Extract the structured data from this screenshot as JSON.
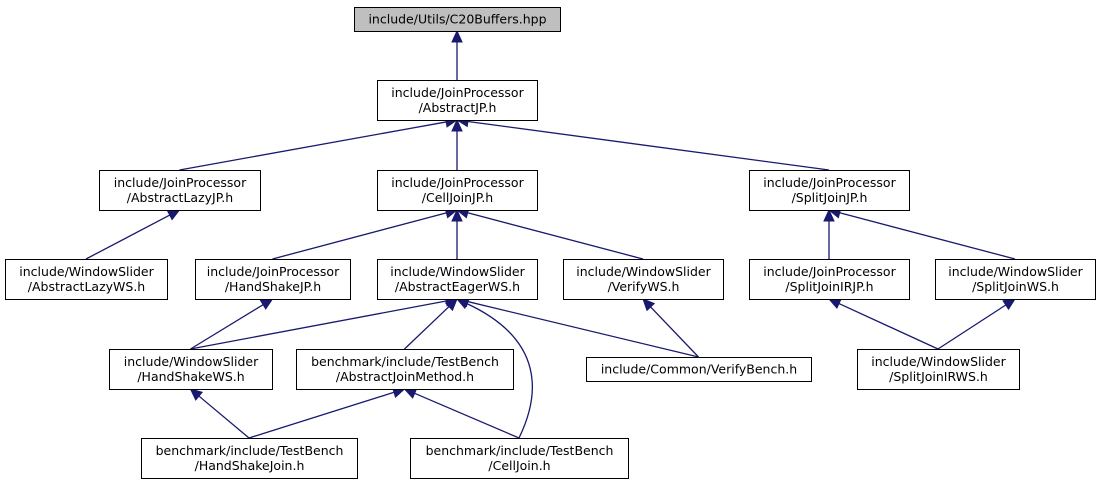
{
  "graph": {
    "nodes": [
      {
        "id": "c20",
        "lines": [
          "include/Utils/C20Buffers.hpp"
        ],
        "highlight": true
      },
      {
        "id": "abstractjp",
        "lines": [
          "include/JoinProcessor",
          "/AbstractJP.h"
        ]
      },
      {
        "id": "abstractlazyjp",
        "lines": [
          "include/JoinProcessor",
          "/AbstractLazyJP.h"
        ]
      },
      {
        "id": "celljoinjp",
        "lines": [
          "include/JoinProcessor",
          "/CellJoinJP.h"
        ]
      },
      {
        "id": "splitjoinjp",
        "lines": [
          "include/JoinProcessor",
          "/SplitJoinJP.h"
        ]
      },
      {
        "id": "abstractlazyws",
        "lines": [
          "include/WindowSlider",
          "/AbstractLazyWS.h"
        ]
      },
      {
        "id": "handshakejp",
        "lines": [
          "include/JoinProcessor",
          "/HandShakeJP.h"
        ]
      },
      {
        "id": "abstracteagerws",
        "lines": [
          "include/WindowSlider",
          "/AbstractEagerWS.h"
        ]
      },
      {
        "id": "verifyws",
        "lines": [
          "include/WindowSlider",
          "/VerifyWS.h"
        ]
      },
      {
        "id": "splitjoinirjp",
        "lines": [
          "include/JoinProcessor",
          "/SplitJoinIRJP.h"
        ]
      },
      {
        "id": "splitjoinws",
        "lines": [
          "include/WindowSlider",
          "/SplitJoinWS.h"
        ]
      },
      {
        "id": "handshakews",
        "lines": [
          "include/WindowSlider",
          "/HandShakeWS.h"
        ]
      },
      {
        "id": "abstractjoinmethod",
        "lines": [
          "benchmark/include/TestBench",
          "/AbstractJoinMethod.h"
        ]
      },
      {
        "id": "verifybench",
        "lines": [
          "include/Common/VerifyBench.h"
        ]
      },
      {
        "id": "splitjoinirws",
        "lines": [
          "include/WindowSlider",
          "/SplitJoinIRWS.h"
        ]
      },
      {
        "id": "handshakejoin",
        "lines": [
          "benchmark/include/TestBench",
          "/HandShakeJoin.h"
        ]
      },
      {
        "id": "celljoin",
        "lines": [
          "benchmark/include/TestBench",
          "/CellJoin.h"
        ]
      }
    ],
    "edges": [
      {
        "from": "abstractjp",
        "to": "c20"
      },
      {
        "from": "abstractlazyjp",
        "to": "abstractjp"
      },
      {
        "from": "celljoinjp",
        "to": "abstractjp"
      },
      {
        "from": "splitjoinjp",
        "to": "abstractjp"
      },
      {
        "from": "abstractlazyws",
        "to": "abstractlazyjp"
      },
      {
        "from": "handshakejp",
        "to": "celljoinjp"
      },
      {
        "from": "abstracteagerws",
        "to": "celljoinjp"
      },
      {
        "from": "verifyws",
        "to": "celljoinjp"
      },
      {
        "from": "splitjoinirjp",
        "to": "splitjoinjp"
      },
      {
        "from": "splitjoinws",
        "to": "splitjoinjp"
      },
      {
        "from": "handshakews",
        "to": "handshakejp"
      },
      {
        "from": "handshakews",
        "to": "abstracteagerws"
      },
      {
        "from": "abstractjoinmethod",
        "to": "abstracteagerws"
      },
      {
        "from": "verifybench",
        "to": "abstracteagerws"
      },
      {
        "from": "celljoin",
        "to": "abstracteagerws"
      },
      {
        "from": "verifybench",
        "to": "verifyws"
      },
      {
        "from": "splitjoinirws",
        "to": "splitjoinirjp"
      },
      {
        "from": "splitjoinirws",
        "to": "splitjoinws"
      },
      {
        "from": "handshakejoin",
        "to": "handshakews"
      },
      {
        "from": "handshakejoin",
        "to": "abstractjoinmethod"
      },
      {
        "from": "celljoin",
        "to": "abstractjoinmethod"
      }
    ]
  },
  "colors": {
    "highlight_fill": "#bfbfbf",
    "node_fill": "#ffffff",
    "edge": "#191970"
  }
}
